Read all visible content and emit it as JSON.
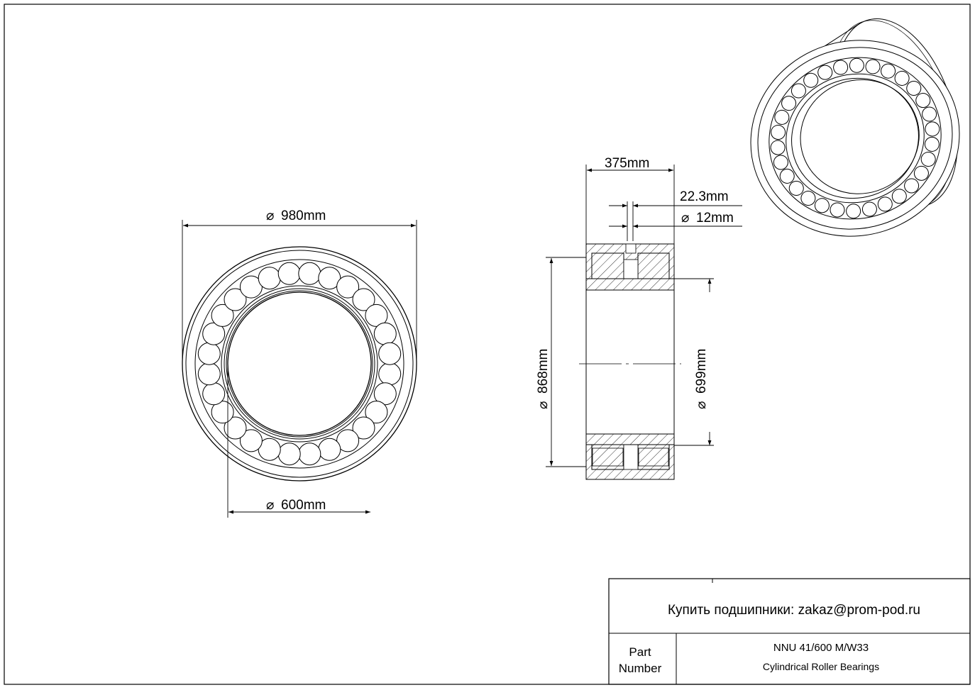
{
  "front_view": {
    "outer_diameter_label": "980mm",
    "inner_diameter_label": "600mm"
  },
  "side_view": {
    "width_label": "375mm",
    "groove_width_label": "22.3mm",
    "hole_diameter_label": "12mm",
    "outer_ring_raceway_label": "868mm",
    "inner_ring_raceway_label": "699mm"
  },
  "title_block": {
    "shop_text": "Купить подшипники: zakaz@prom-pod.ru",
    "part_label_line1": "Part",
    "part_label_line2": "Number",
    "part_number": "NNU 41/600 M/W33",
    "part_description": "Cylindrical Roller Bearings"
  },
  "symbols": {
    "diameter": "⌀"
  }
}
